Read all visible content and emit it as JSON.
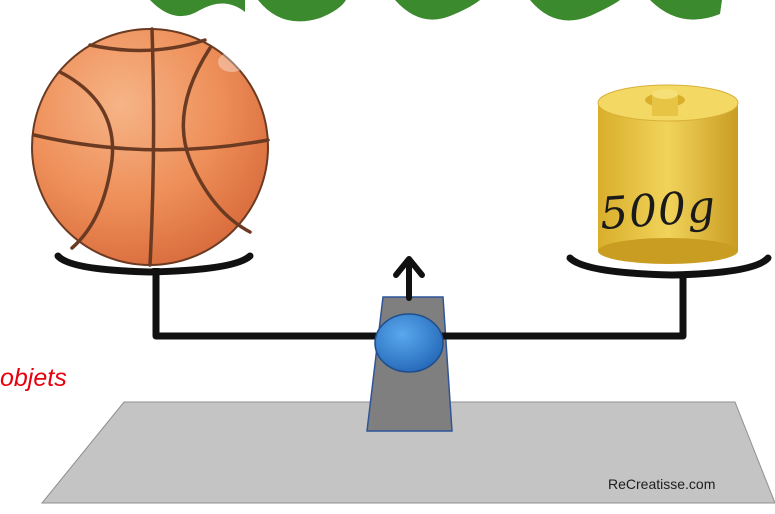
{
  "caption": "objets",
  "weight": {
    "label": "500g"
  },
  "credit": "ReCreatisse.com",
  "icons": [
    "basketball-icon",
    "weight-icon",
    "arrow-up-icon",
    "pivot-icon"
  ],
  "colors": {
    "caption": "#e8000e",
    "ball": "#f19a66",
    "weight": "#e4c33d",
    "pivot": "#3a86d6",
    "table": "#c4c4c4",
    "beam": "#111111",
    "leaves": "#3c8a2e"
  }
}
